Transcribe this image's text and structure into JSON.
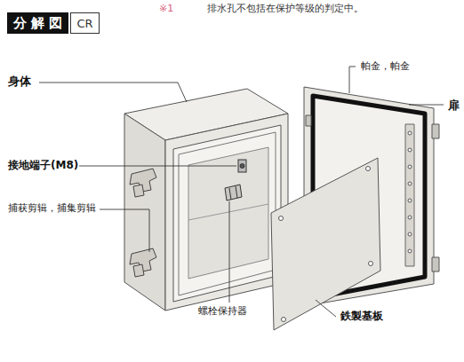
{
  "diagram": {
    "nodes": [
      {
        "text": [
          "分 解 図"
        ]
      },
      {
        "text": [
          "CR"
        ]
      }
    ],
    "labels": [
      "※1",
      "排水孔不包括在保护等级的判定中。",
      "身体",
      "帕金，帕金",
      "扉",
      "接地端子(M8)",
      "捕获剪辑，捕集剪辑",
      "螺栓保持器",
      "鉄製基板"
    ]
  }
}
